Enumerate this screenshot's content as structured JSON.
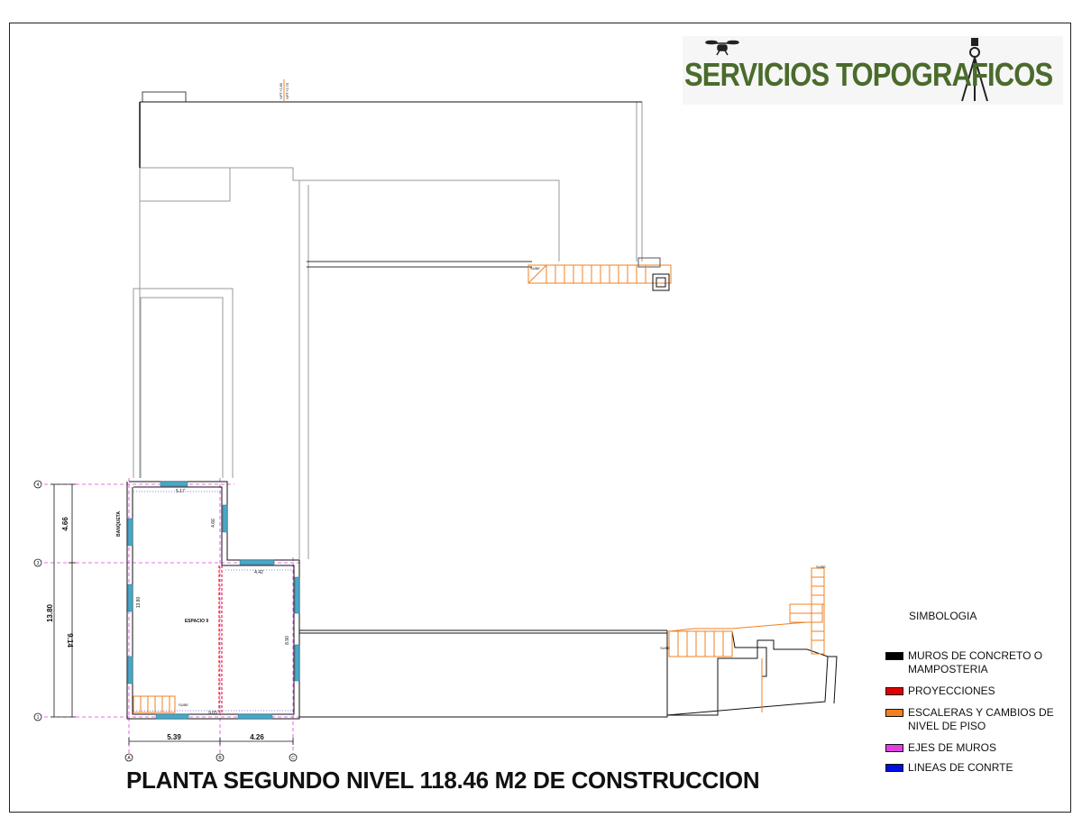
{
  "logo": {
    "text": "SERVICIOS TOPOGRAFICOS",
    "icon": "drone-and-surveyor-tripod-icon",
    "color": "#4a6b2c"
  },
  "title": "PLANTA SEGUNDO NIVEL 118.46 M2 DE CONSTRUCCION",
  "legend": {
    "title": "SIMBOLOGIA",
    "items": [
      {
        "label": "MUROS DE CONCRETO O MAMPOSTERIA",
        "color": "#000000"
      },
      {
        "label": "PROYECCIONES",
        "color": "#e00000"
      },
      {
        "label": "ESCALERAS Y CAMBIOS DE NIVEL DE PISO",
        "color": "#f08020"
      },
      {
        "label": "EJES DE MUROS",
        "color": "#e040e0"
      },
      {
        "label": "LINEAS DE CONRTE",
        "color": "#0010e0"
      }
    ]
  },
  "plan": {
    "axes": {
      "rows": [
        "4",
        "3",
        "1"
      ],
      "cols": [
        "A",
        "B",
        "C"
      ]
    },
    "dimensions": {
      "left_total": "13.80",
      "left_upper": "4.66",
      "left_lower": "9.14",
      "bottom_a_b": "5.39",
      "bottom_b_c": "4.26",
      "top_width": "5.17",
      "inner_width": "4.42",
      "inner_height_upper": "4.66",
      "inner_height_left": "13.80",
      "inner_height_right": "8.90",
      "bottom_inner": "9.65"
    },
    "labels": {
      "room": "ESPACIO 9",
      "sidewalk": "BANQUETA",
      "stair_a": "SUBE",
      "stair_b": "SUBE",
      "stair_c": "SUBE",
      "stair_d": "SUBE",
      "level_top": "NPT+2.85",
      "level_top_b": "NPT+2.70"
    }
  }
}
